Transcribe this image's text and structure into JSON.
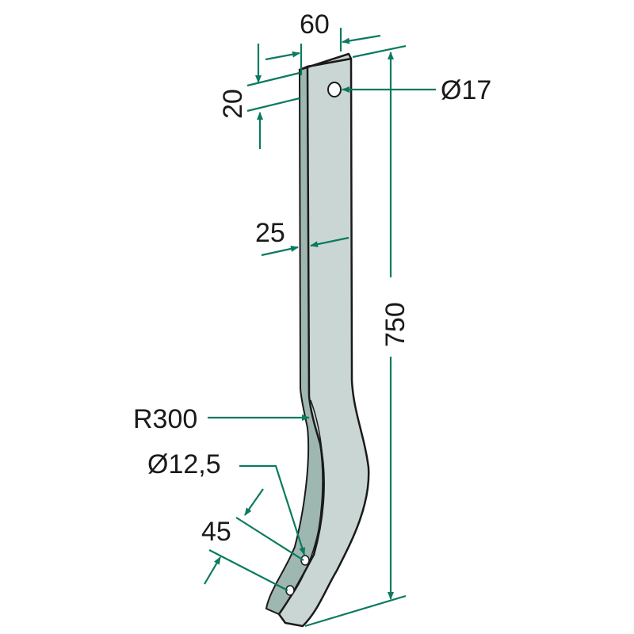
{
  "drawing": {
    "subject": "tine",
    "dimensions": {
      "width": "60",
      "top_offset": "20",
      "hole_top": "Ø17",
      "thickness": "25",
      "length": "750",
      "radius": "R300",
      "hole_bottom": "Ø12,5",
      "hole_spacing": "45"
    },
    "colors": {
      "dimension": "#0b7a60",
      "part": "#c9d6d3",
      "part_side": "#9fb7b1"
    }
  }
}
